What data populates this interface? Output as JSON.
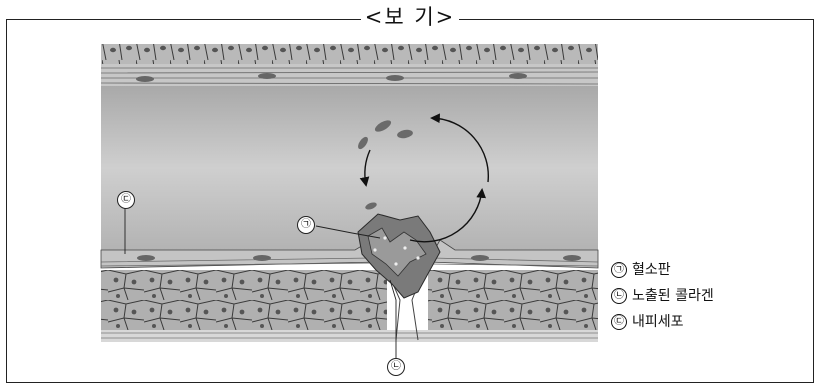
{
  "title": "<보 기>",
  "labels": {
    "a": "㉠",
    "b": "㉡",
    "c": "㉢"
  },
  "legend": [
    {
      "symbol": "㉠",
      "text": "혈소판"
    },
    {
      "symbol": "㉡",
      "text": "노출된 콜라겐"
    },
    {
      "symbol": "㉢",
      "text": "내피세포"
    }
  ],
  "colors": {
    "vessel_lumen": "#bdbdbd",
    "wall_cells": "#a8a8a8",
    "platelet": "#7a7a7a",
    "line": "#222222"
  }
}
